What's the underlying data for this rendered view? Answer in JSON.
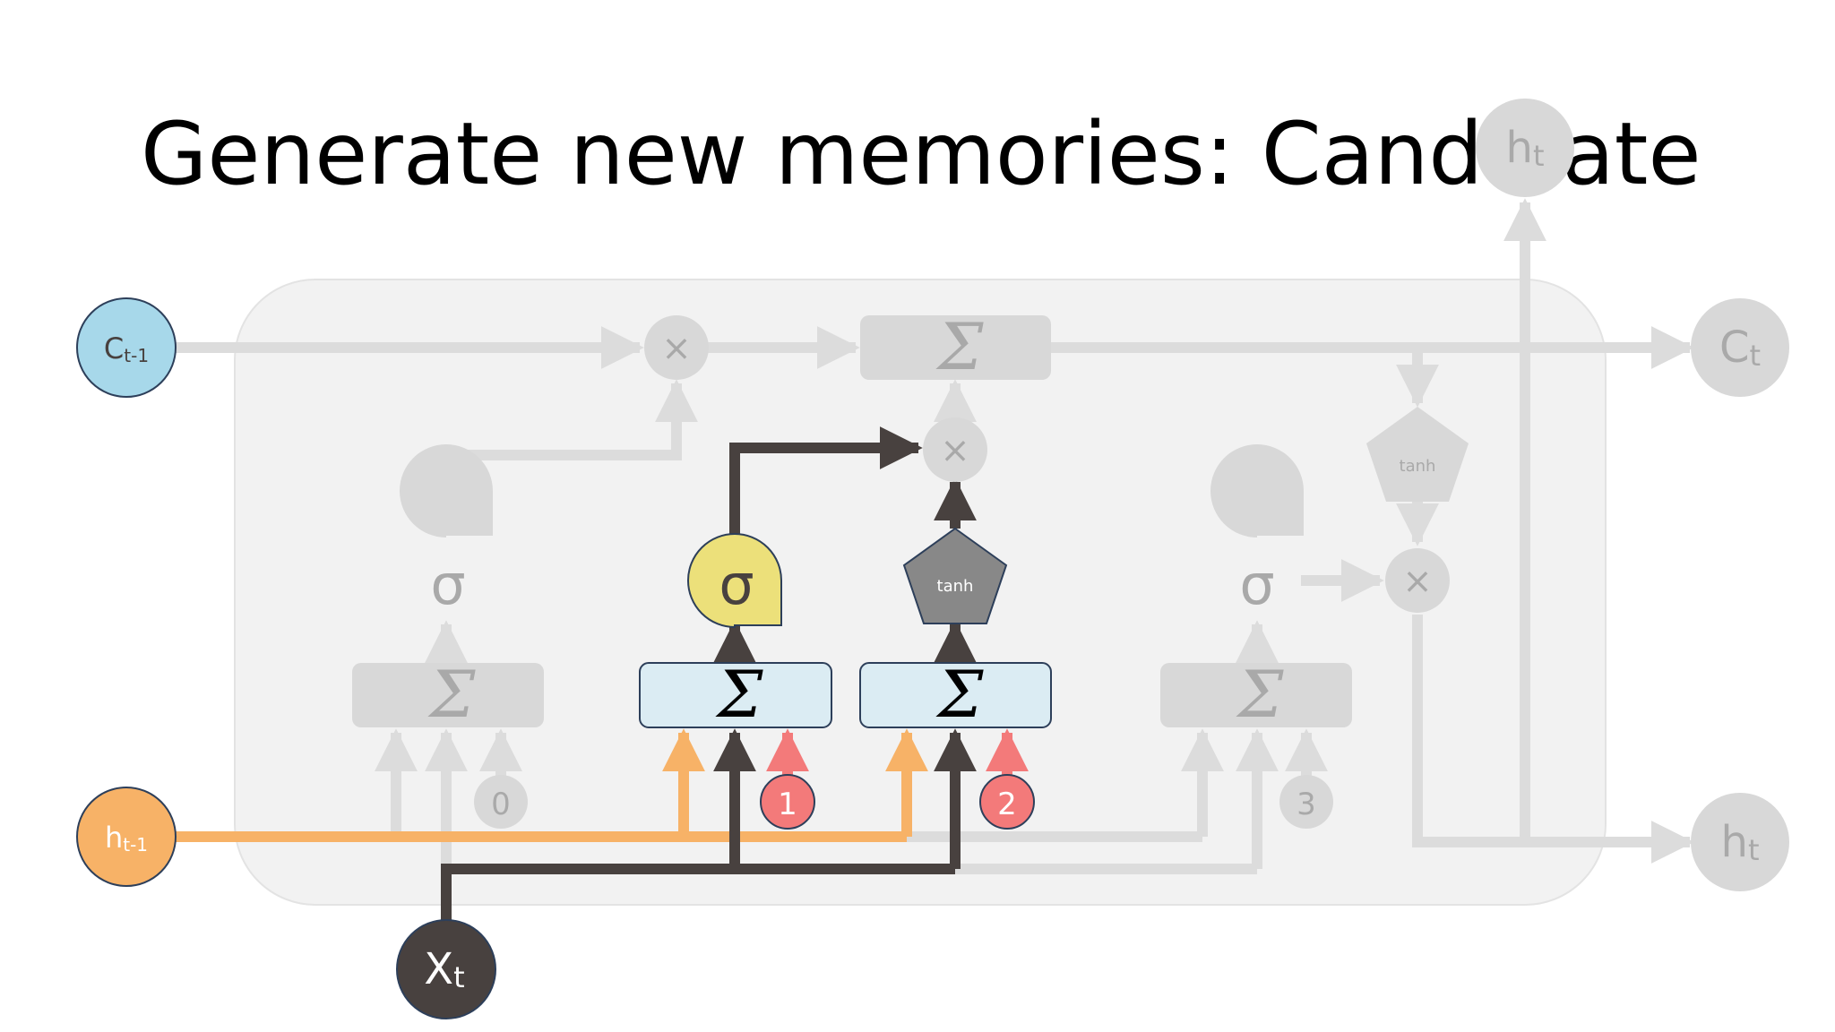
{
  "title": "Generate new memories: Candidate",
  "colors": {
    "background": "#ffffff",
    "cell_fill": "#f2f2f2",
    "cell_border": "#e3e3e3",
    "inactive_line": "#dcdcdc",
    "inactive_node": "#d8d8d8",
    "inactive_text": "#a9a9a9",
    "active_dark": "#48413f",
    "cell_state_input": "#a7d8ea",
    "hidden_state_input": "#f7b267",
    "input_node": "#48413f",
    "sigma_active": "#ece07a",
    "tanh_active": "#888888",
    "sum_active": "#dbecf3",
    "bias_active": "#f37a7a",
    "node_border": "#2d3f5a"
  },
  "inputs": {
    "c_prev": {
      "base": "C",
      "sub": "t-1"
    },
    "h_prev": {
      "base": "h",
      "sub": "t-1"
    },
    "x": {
      "base": "X",
      "sub": "t"
    }
  },
  "outputs": {
    "c": {
      "base": "C",
      "sub": "t"
    },
    "h_top": {
      "base": "h",
      "sub": "t"
    },
    "h_right": {
      "base": "h",
      "sub": "t"
    }
  },
  "operators": {
    "multiply": "×",
    "sum": "Σ",
    "sigmoid": "σ",
    "tanh": "tanh"
  },
  "biases": [
    "0",
    "1",
    "2",
    "3"
  ]
}
